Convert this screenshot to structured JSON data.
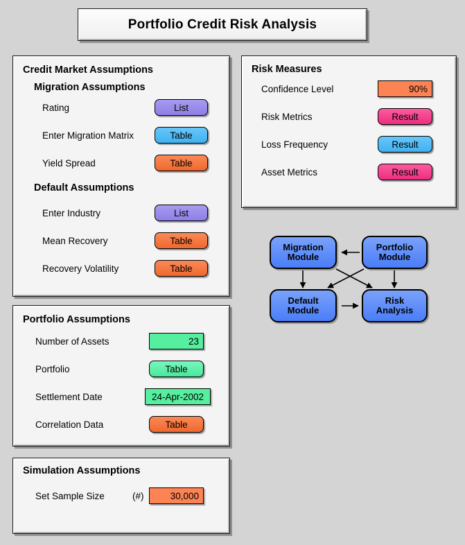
{
  "app": {
    "title": "Portfolio Credit Risk Analysis",
    "background_color": "#d4d4d4",
    "panel_color": "#f4f4f4"
  },
  "colors": {
    "purple_button": "#8d7fe6",
    "blue_button": "#3fb2f1",
    "orange_button": "#f0682f",
    "green_button": "#48e89a",
    "pink_button": "#ee2d80",
    "orange_field": "#fb8354",
    "green_field": "#56ee9f",
    "node_blue": "#4a7df7"
  },
  "credit_market": {
    "panel_title": "Credit Market Assumptions",
    "sections": [
      {
        "section_title": "Migration Assumptions",
        "rows": [
          {
            "label": "Rating",
            "control": "List",
            "style": "purple",
            "type": "button"
          },
          {
            "label": "Enter Migration Matrix",
            "control": "Table",
            "style": "blue",
            "type": "button"
          },
          {
            "label": "Yield Spread",
            "control": "Table",
            "style": "orange",
            "type": "button"
          }
        ]
      },
      {
        "section_title": "Default Assumptions",
        "rows": [
          {
            "label": "Enter Industry",
            "control": "List",
            "style": "purple",
            "type": "button"
          },
          {
            "label": "Mean Recovery",
            "control": "Table",
            "style": "orange",
            "type": "button"
          },
          {
            "label": "Recovery Volatility",
            "control": "Table",
            "style": "orange",
            "type": "button"
          }
        ]
      }
    ]
  },
  "portfolio": {
    "panel_title": "Portfolio Assumptions",
    "rows": [
      {
        "label": "Number of Assets",
        "control": "23",
        "style": "green",
        "type": "field",
        "align": "right"
      },
      {
        "label": "Portfolio",
        "control": "Table",
        "style": "green",
        "type": "button"
      },
      {
        "label": "Settlement Date",
        "control": "24-Apr-2002",
        "style": "green",
        "type": "field",
        "align": "center"
      },
      {
        "label": "Correlation Data",
        "control": "Table",
        "style": "orange",
        "type": "button"
      }
    ]
  },
  "simulation": {
    "panel_title": "Simulation Assumptions",
    "rows": [
      {
        "label": "Set Sample Size",
        "unit": "(#)",
        "control": "30,000",
        "style": "orange",
        "type": "field",
        "align": "right"
      }
    ]
  },
  "risk_measures": {
    "panel_title": "Risk Measures",
    "rows": [
      {
        "label": "Confidence Level",
        "control": "90%",
        "style": "orange",
        "type": "field",
        "align": "right"
      },
      {
        "label": "Risk Metrics",
        "control": "Result",
        "style": "pink",
        "type": "button"
      },
      {
        "label": "Loss Frequency",
        "control": "Result",
        "style": "blue",
        "type": "button"
      },
      {
        "label": "Asset Metrics",
        "control": "Result",
        "style": "pink",
        "type": "button"
      }
    ]
  },
  "flow_diagram": {
    "nodes": [
      {
        "id": "migration",
        "line1": "Migration",
        "line2": "Module"
      },
      {
        "id": "portfolio",
        "line1": "Portfolio",
        "line2": "Module"
      },
      {
        "id": "default",
        "line1": "Default",
        "line2": "Module"
      },
      {
        "id": "risk",
        "line1": "Risk",
        "line2": "Analysis"
      }
    ],
    "edges": [
      {
        "from": "portfolio",
        "to": "migration"
      },
      {
        "from": "migration",
        "to": "default"
      },
      {
        "from": "portfolio",
        "to": "risk"
      },
      {
        "from": "migration",
        "to": "risk"
      },
      {
        "from": "portfolio",
        "to": "default"
      },
      {
        "from": "default",
        "to": "risk"
      }
    ]
  }
}
